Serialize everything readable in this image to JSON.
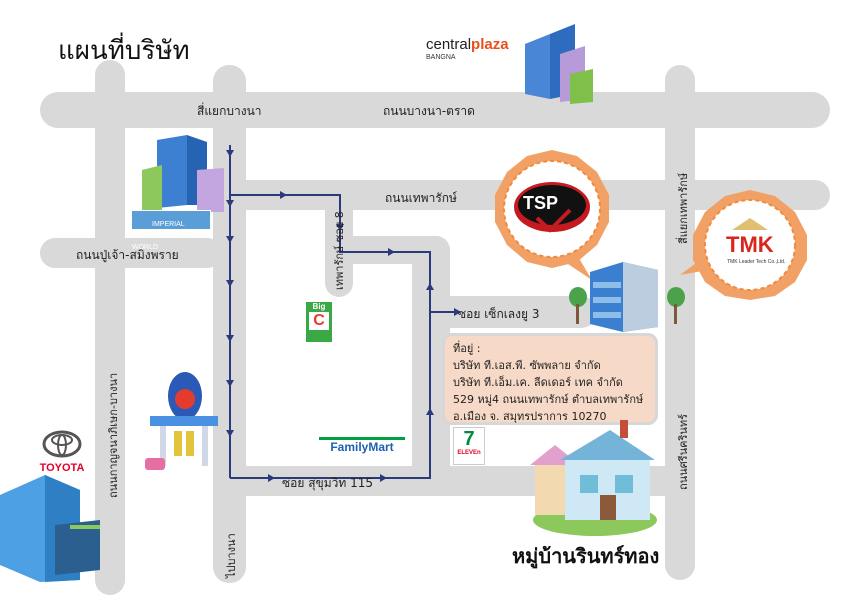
{
  "title": "แผนที่บริษัท",
  "colors": {
    "road": "#d9d9d9",
    "route": "#2a3a7a",
    "address_bg": "#f6d9c6",
    "tsp_red": "#d32027",
    "tmk_red": "#d9261c",
    "toyota_red": "#e4002b",
    "familymart_green": "#00a040",
    "seven_green": "#008c3c",
    "seven_orange": "#f58220",
    "seven_red": "#e4002b"
  },
  "roads": {
    "bangna_intersection": "สี่แยกบางนา",
    "bangna_trad": "ถนนบางนา-ตราด",
    "thepharak_road": "ถนนเทพารักษ์",
    "pu_chao_road": "ถนนปู่เจ้า-สมิงพราย",
    "thepharak_intersection": "สี่แยกเทพารักษ์",
    "thepharak_soi8": "เทพารักษ์ ซอย 8",
    "soi_seklaengyu3": "ซอย เซ็กเลงยู 3",
    "sukhumvit115": "ซอย สุขุมวิท 115",
    "kanchana_road": "ถนนกาญจนาภิเษก-บางนา",
    "srinakarin_road": "ถนนศรีนครินทร์",
    "bypass": "ไปบางนา"
  },
  "address": {
    "heading": "ที่อยู่ :",
    "line1": "บริษัท ที.เอส.พี. ซัพพลาย จำกัด",
    "line2": "บริษัท ที.เอ็ม.เค. ลีดเดอร์ เทค จำกัด",
    "line3": "529 หมู่4 ถนนเทพารักษ์ ตำบลเทพารักษ์",
    "line4": "อ.เมือง จ. สมุทรปราการ 10270"
  },
  "landmarks": {
    "central_brand": "central",
    "central_plaza": "plaza",
    "central_branch": "BANGNA",
    "imperial_world": "IMPERIAL WORLD",
    "big_c_top": "Big",
    "big_c_letter": "C",
    "familymart": "FamilyMart",
    "seven_eleven": "7",
    "seven_eleven_text": "ELEVEn",
    "village": "หมู่บ้านรินทร์ทอง",
    "toyota": "TOYOTA"
  },
  "logos": {
    "tsp": "TSP",
    "tmk": "TMK",
    "tmk_sub": "TMK Leader Tech Co.,Ltd."
  }
}
